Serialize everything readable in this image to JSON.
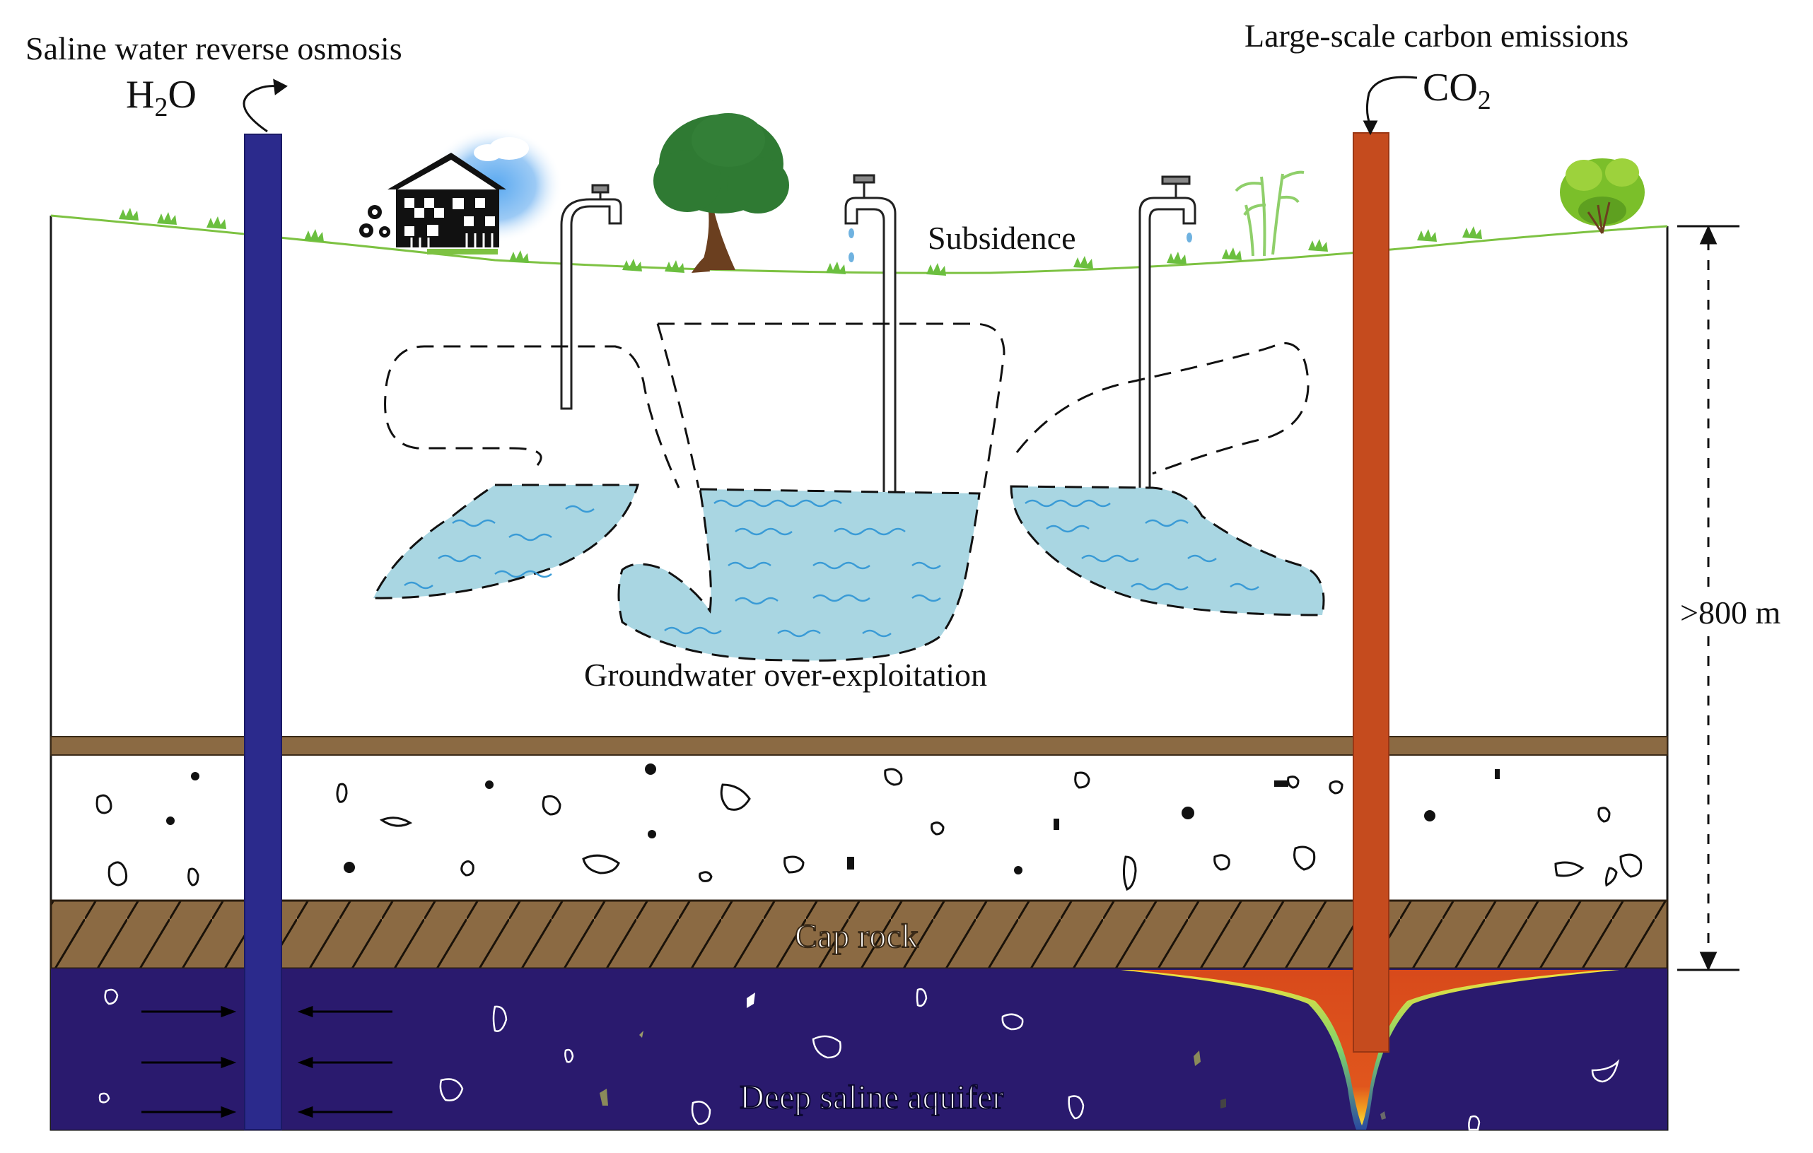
{
  "labels": {
    "saline_ro": "Saline water reverse osmosis",
    "h2o_main": "H",
    "h2o_sub": "2",
    "h2o_tail": "O",
    "carbon": "Large-scale carbon emissions",
    "co2_main": "CO",
    "co2_sub": "2",
    "subsidence": "Subsidence",
    "gw": "Groundwater over-exploitation",
    "depth": ">800 m",
    "caprock": "Cap rock",
    "aquifer": "Deep saline aquifer"
  },
  "colors": {
    "ground_line": "#7dc242",
    "water": "#a9d6e2",
    "wave": "#3a9bd6",
    "brown": "#8b6a43",
    "aquifer": "#2a1a6e",
    "pipe_blue": "#2b2a8c",
    "pipe_orange": "#c54b1e"
  },
  "icons": [
    "house-icon",
    "tree-icon",
    "faucet-icon",
    "plant-icon",
    "shrub-icon",
    "grass-icon"
  ]
}
